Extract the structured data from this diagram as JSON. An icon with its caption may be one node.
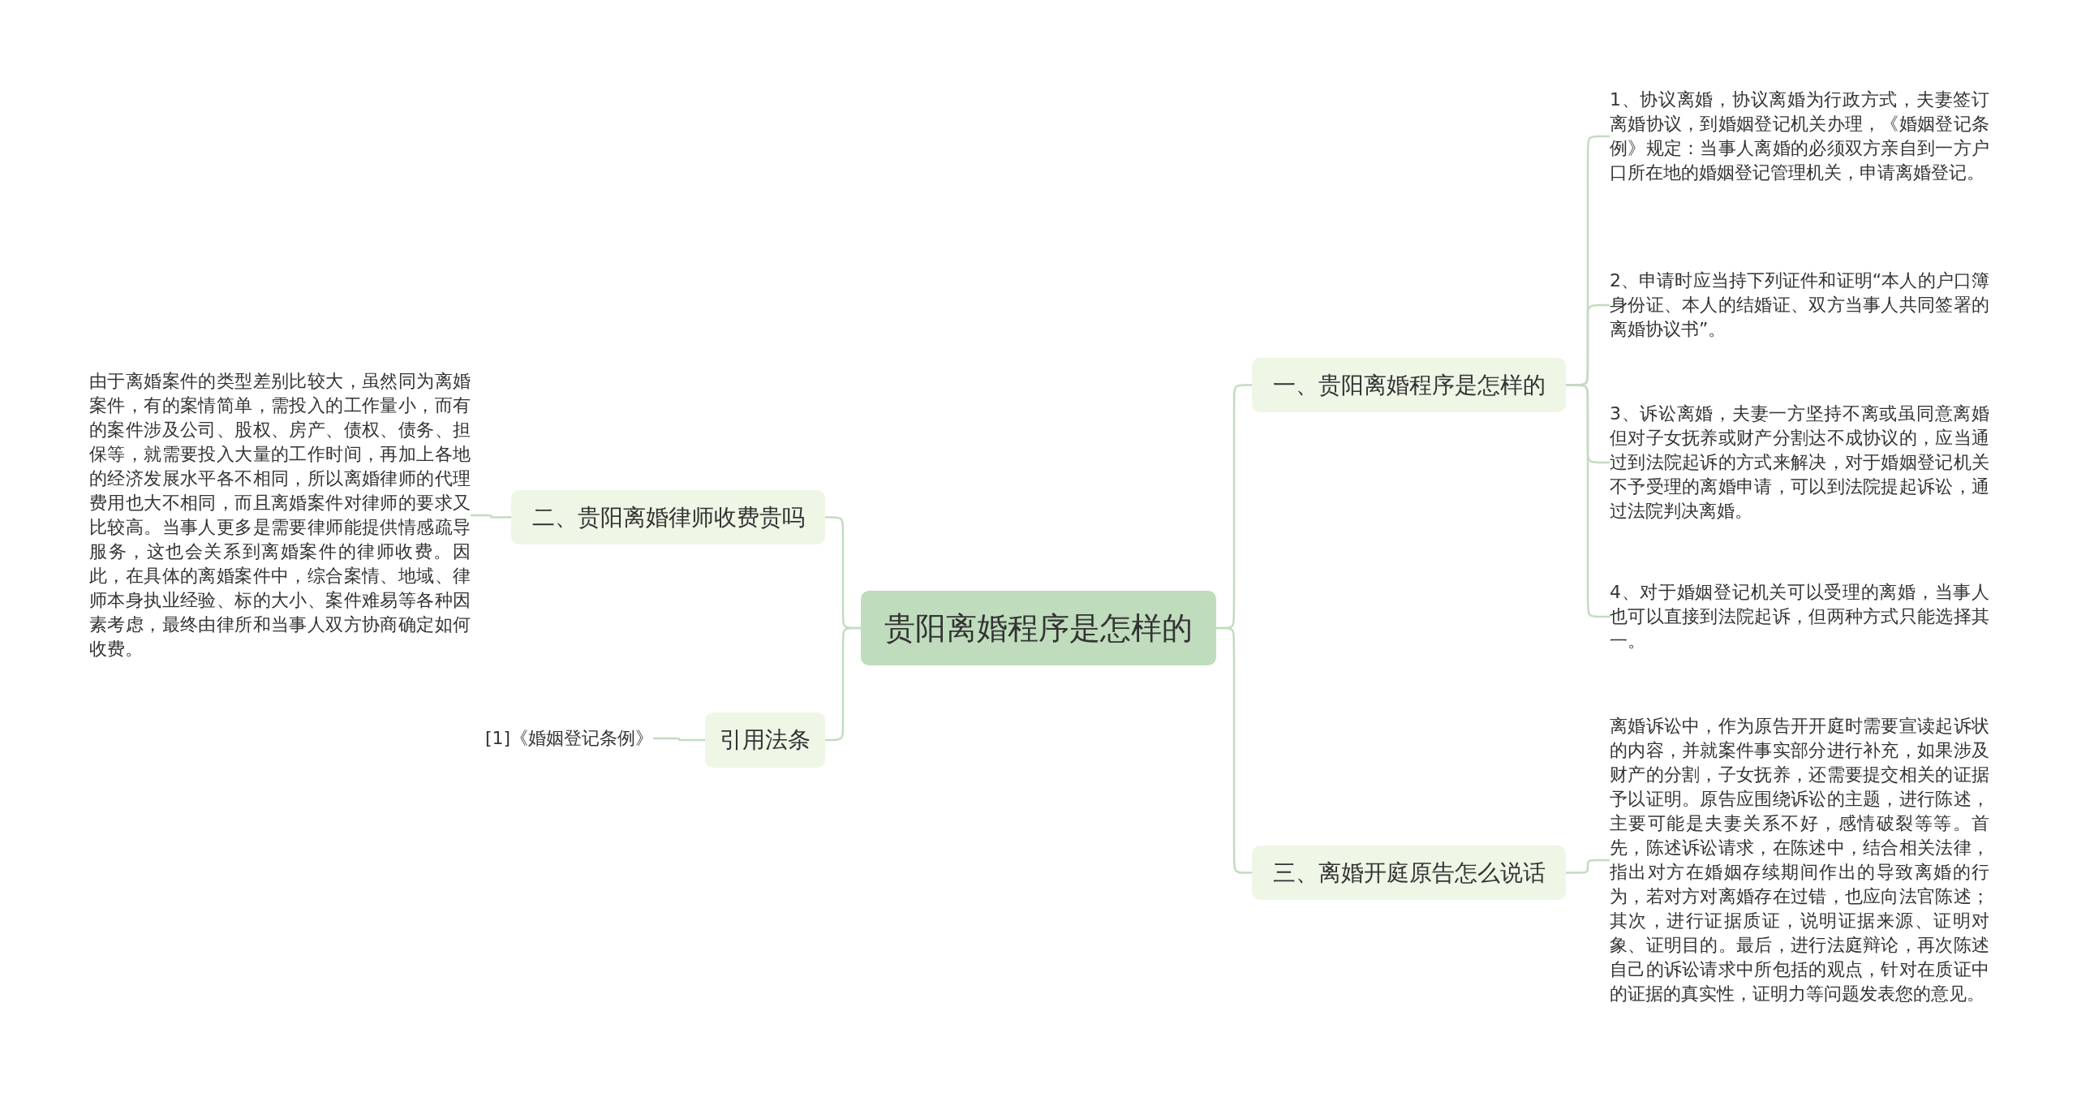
{
  "diagram": {
    "nodes": [
      {
        "text": [
          "贵阳离婚程序是怎样的"
        ]
      },
      {
        "text": [
          "一、贵阳离婚程序是怎样的"
        ]
      },
      {
        "text": [
          "1、协议离婚，协议离婚为行政方式，夫妻签订离婚协议，到婚姻登记机关办理，《婚姻登记条例》规定：当事人离婚的必须双方亲自到一方户口所在地的婚姻登记管理机关，申请离婚登记。"
        ]
      },
      {
        "text": [
          "2、申请时应当持下列证件和证明“本人的户口簿身份证、本人的结婚证、双方当事人共同签署的离婚协议书”。"
        ]
      },
      {
        "text": [
          "3、诉讼离婚，夫妻一方坚持不离或虽同意离婚但对子女抚养或财产分割达不成协议的，应当通过到法院起诉的方式来解决，对于婚姻登记机关不予受理的离婚申请，可以到法院提起诉讼，通过法院判决离婚。"
        ]
      },
      {
        "text": [
          "4、对于婚姻登记机关可以受理的离婚，当事人也可以直接到法院起诉，但两种方式只能选择其一。"
        ]
      },
      {
        "text": [
          "二、贵阳离婚律师收费贵吗"
        ]
      },
      {
        "text": [
          "由于离婚案件的类型差别比较大，虽然同为离婚案件，有的案情简单，需投入的工作量小，而有的案件涉及公司、股权、房产、债权、债务、担保等，就需要投入大量的工作时间，再加上各地的经济发展水平各不相同，所以离婚律师的代理费用也大不相同，而且离婚案件对律师的要求又比较高。当事人更多是需要律师能提供情感疏导服务，这也会关系到离婚案件的律师收费。因此，在具体的离婚案件中，综合案情、地域、律师本身执业经验、标的大小、案件难易等各种因素考虑，最终由律所和当事人双方协商确定如何收费。"
        ]
      },
      {
        "text": [
          "三、离婚开庭原告怎么说话"
        ]
      },
      {
        "text": [
          "离婚诉讼中，作为原告开开庭时需要宣读起诉状的内容，并就案件事实部分进行补充，如果涉及财产的分割，子女抚养，还需要提交相关的证据予以证明。原告应围绕诉讼的主题，进行陈述，主要可能是夫妻关系不好，感情破裂等等。首先，陈述诉讼请求，在陈述中，结合相关法律，指出对方在婚姻存续期间作出的导致离婚的行为，若对方对离婚存在过错，也应向法官陈述；其次，进行证据质证，说明证据来源、证明对象、证明目的。最后，进行法庭辩论，再次陈述自己的诉讼请求中所包括的观点，针对在质证中的证据的真实性，证明力等问题发表您的意见。"
        ]
      },
      {
        "text": [
          "引用法条"
        ]
      },
      {
        "text": [
          "[1]《婚姻登记条例》"
        ]
      }
    ],
    "edges": [
      {
        "from": 0,
        "to": 1,
        "arrow": "none"
      },
      {
        "from": 1,
        "to": 2,
        "arrow": "none"
      },
      {
        "from": 1,
        "to": 3,
        "arrow": "none"
      },
      {
        "from": 1,
        "to": 4,
        "arrow": "none"
      },
      {
        "from": 1,
        "to": 5,
        "arrow": "none"
      },
      {
        "from": 0,
        "to": 6,
        "arrow": "none"
      },
      {
        "from": 6,
        "to": 7,
        "arrow": "none"
      },
      {
        "from": 0,
        "to": 8,
        "arrow": "none"
      },
      {
        "from": 8,
        "to": 9,
        "arrow": "none"
      },
      {
        "from": 0,
        "to": 10,
        "arrow": "none"
      },
      {
        "from": 10,
        "to": 11,
        "arrow": "none"
      }
    ]
  }
}
